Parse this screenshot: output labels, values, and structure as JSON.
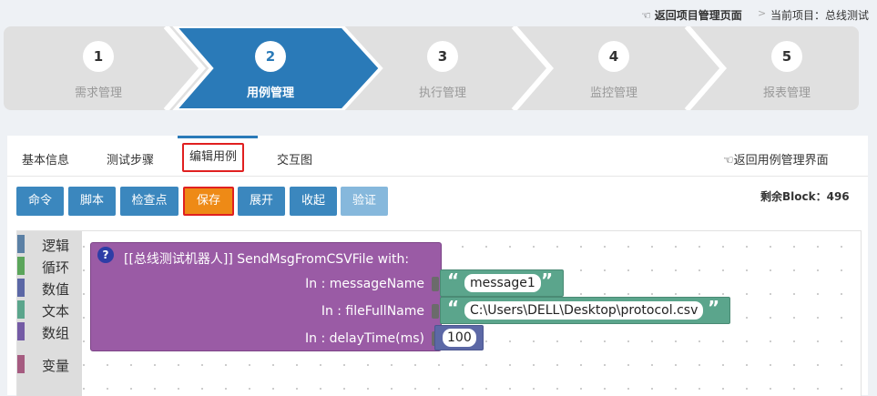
{
  "topbar": {
    "back_project": "返回项目管理页面",
    "separator": ">",
    "current_project": "当前项目：总线测试"
  },
  "steps": [
    {
      "num": "1",
      "label": "需求管理"
    },
    {
      "num": "2",
      "label": "用例管理"
    },
    {
      "num": "3",
      "label": "执行管理"
    },
    {
      "num": "4",
      "label": "监控管理"
    },
    {
      "num": "5",
      "label": "报表管理"
    }
  ],
  "active_step": 2,
  "tabs": [
    "基本信息",
    "测试步骤",
    "编辑用例",
    "交互图"
  ],
  "active_tab": "编辑用例",
  "back_case": "返回用例管理界面",
  "toolbar": {
    "buttons": [
      "命令",
      "脚本",
      "检查点",
      "保存",
      "展开",
      "收起",
      "验证"
    ]
  },
  "remain_block": "剩余Block：496",
  "palette": [
    {
      "label": "逻辑",
      "color": "#5b80a5"
    },
    {
      "label": "循环",
      "color": "#5ba55b"
    },
    {
      "label": "数值",
      "color": "#5b67a5"
    },
    {
      "label": "文本",
      "color": "#5ba58c"
    },
    {
      "label": "数组",
      "color": "#745ba5"
    },
    {
      "label": "变量",
      "color": "#a55b80"
    }
  ],
  "block": {
    "help": "?",
    "title": "[[总线测试机器人]]  SendMsgFromCSVFile   with:",
    "inputs": [
      {
        "label": "In : messageName",
        "value": "message1"
      },
      {
        "label": "In : fileFullName",
        "value": "C:\\Users\\DELL\\Desktop\\protocol.csv"
      },
      {
        "label": "In : delayTime(ms)",
        "value": "100"
      }
    ],
    "open_quote": "“",
    "close_quote": "”"
  },
  "colors": {
    "accent": "#2a7ab8",
    "step_inactive": "#e0e0e0",
    "save_button": "#ee8a16",
    "highlight_border": "#e02020",
    "block_purple": "#9a5ba5",
    "text_block": "#5ba58c",
    "number_block": "#5c68a6"
  }
}
